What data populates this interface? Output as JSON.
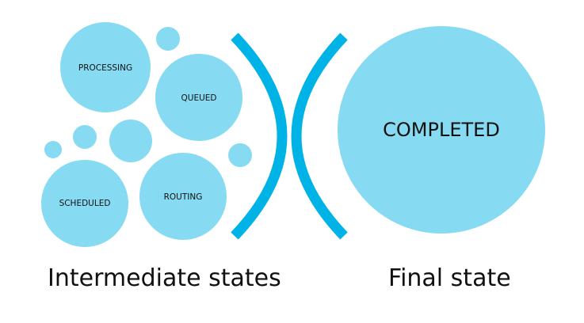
{
  "colors": {
    "bubble_fill": "#86dbf2",
    "bracket_stroke": "#00b3e6",
    "text": "#111111"
  },
  "states": {
    "processing": "PROCESSING",
    "queued": "QUEUED",
    "scheduled": "SCHEDULED",
    "routing": "ROUTING",
    "completed": "COMPLETED"
  },
  "captions": {
    "intermediate": "Intermediate states",
    "final": "Final state"
  }
}
